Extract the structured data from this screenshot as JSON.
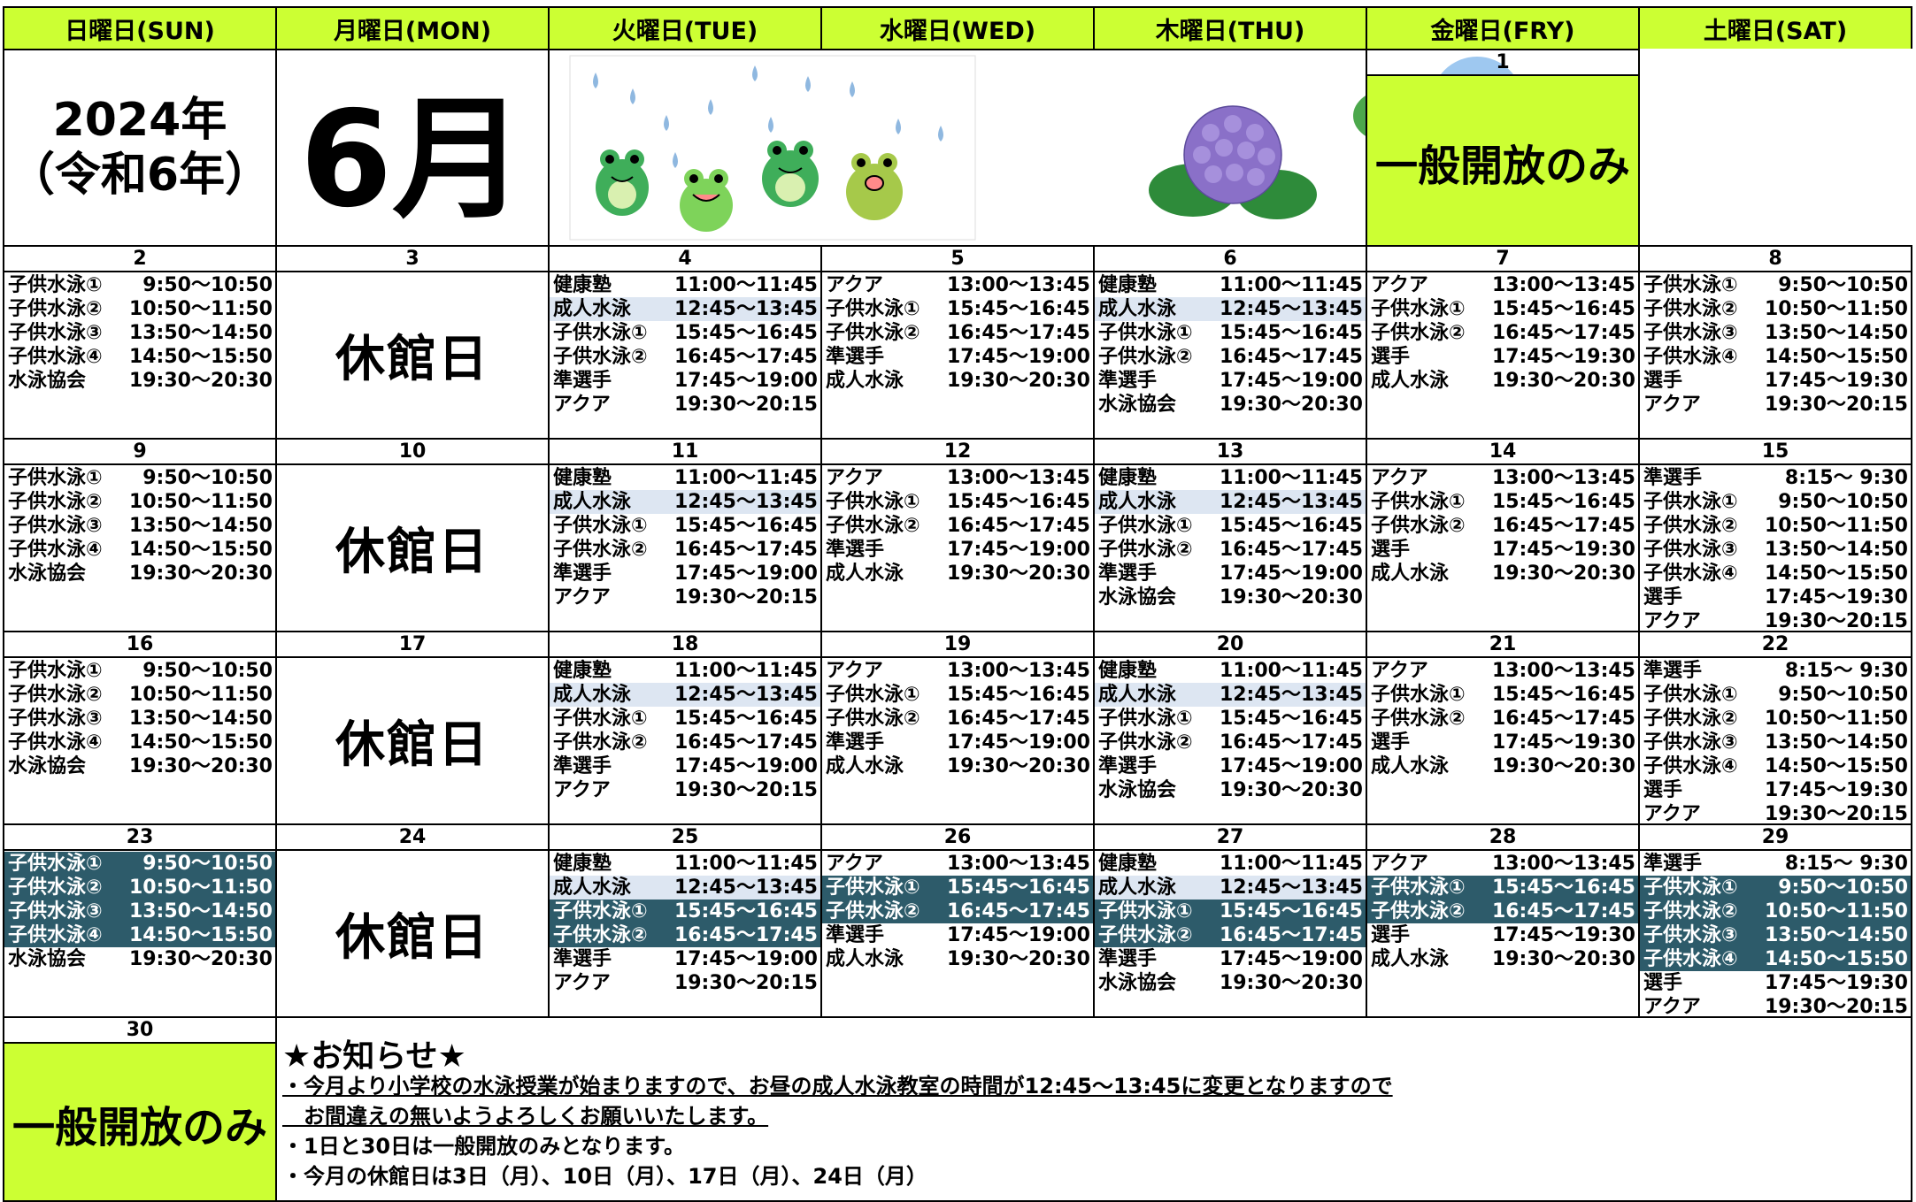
{
  "headers": [
    "日曜日(SUN)",
    "月曜日(MON)",
    "火曜日(TUE)",
    "水曜日(WED)",
    "木曜日(THU)",
    "金曜日(FRY)",
    "土曜日(SAT)"
  ],
  "year_line1": "2024年",
  "year_line2": "（令和6年）",
  "month": "6月",
  "illustrations": [
    "rain-frogs",
    "purple-hydrangea",
    "pink-blue-hydrangea"
  ],
  "open_only": "一般開放のみ",
  "closed_label": "休館日",
  "colors": {
    "header_green": "#ccff33",
    "highlight_light": "#dde6f2",
    "highlight_dark": "#2d5b6a"
  },
  "day1": "1",
  "weeks": [
    {
      "days": [
        {
          "num": "2",
          "lines": [
            [
              "子供水泳①",
              "9:50～10:50",
              ""
            ],
            [
              "子供水泳②",
              "10:50～11:50",
              ""
            ],
            [
              "子供水泳③",
              "13:50～14:50",
              ""
            ],
            [
              "子供水泳④",
              "14:50～15:50",
              ""
            ],
            [
              "水泳協会",
              "19:30～20:30",
              ""
            ]
          ]
        },
        {
          "num": "3",
          "closed": true
        },
        {
          "num": "4",
          "lines": [
            [
              "健康塾",
              "11:00～11:45",
              ""
            ],
            [
              "成人水泳",
              "12:45～13:45",
              "lb"
            ],
            [
              "子供水泳①",
              "15:45～16:45",
              ""
            ],
            [
              "子供水泳②",
              "16:45～17:45",
              ""
            ],
            [
              "準選手",
              "17:45～19:00",
              ""
            ],
            [
              "アクア",
              "19:30～20:15",
              ""
            ]
          ]
        },
        {
          "num": "5",
          "lines": [
            [
              "アクア",
              "13:00～13:45",
              ""
            ],
            [
              "子供水泳①",
              "15:45～16:45",
              ""
            ],
            [
              "子供水泳②",
              "16:45～17:45",
              ""
            ],
            [
              "準選手",
              "17:45～19:00",
              ""
            ],
            [
              "成人水泳",
              "19:30～20:30",
              ""
            ]
          ]
        },
        {
          "num": "6",
          "lines": [
            [
              "健康塾",
              "11:00～11:45",
              ""
            ],
            [
              "成人水泳",
              "12:45～13:45",
              "lb"
            ],
            [
              "子供水泳①",
              "15:45～16:45",
              ""
            ],
            [
              "子供水泳②",
              "16:45～17:45",
              ""
            ],
            [
              "準選手",
              "17:45～19:00",
              ""
            ],
            [
              "水泳協会",
              "19:30～20:30",
              ""
            ]
          ]
        },
        {
          "num": "7",
          "lines": [
            [
              "アクア",
              "13:00～13:45",
              ""
            ],
            [
              "子供水泳①",
              "15:45～16:45",
              ""
            ],
            [
              "子供水泳②",
              "16:45～17:45",
              ""
            ],
            [
              "選手",
              "17:45～19:30",
              ""
            ],
            [
              "成人水泳",
              "19:30～20:30",
              ""
            ]
          ]
        },
        {
          "num": "8",
          "lines": [
            [
              "子供水泳①",
              "9:50～10:50",
              ""
            ],
            [
              "子供水泳②",
              "10:50～11:50",
              ""
            ],
            [
              "子供水泳③",
              "13:50～14:50",
              ""
            ],
            [
              "子供水泳④",
              "14:50～15:50",
              ""
            ],
            [
              "選手",
              "17:45～19:30",
              ""
            ],
            [
              "アクア",
              "19:30～20:15",
              ""
            ]
          ]
        }
      ]
    },
    {
      "days": [
        {
          "num": "9",
          "lines": [
            [
              "子供水泳①",
              "9:50～10:50",
              ""
            ],
            [
              "子供水泳②",
              "10:50～11:50",
              ""
            ],
            [
              "子供水泳③",
              "13:50～14:50",
              ""
            ],
            [
              "子供水泳④",
              "14:50～15:50",
              ""
            ],
            [
              "水泳協会",
              "19:30～20:30",
              ""
            ]
          ]
        },
        {
          "num": "10",
          "closed": true
        },
        {
          "num": "11",
          "lines": [
            [
              "健康塾",
              "11:00～11:45",
              ""
            ],
            [
              "成人水泳",
              "12:45～13:45",
              "lb"
            ],
            [
              "子供水泳①",
              "15:45～16:45",
              ""
            ],
            [
              "子供水泳②",
              "16:45～17:45",
              ""
            ],
            [
              "準選手",
              "17:45～19:00",
              ""
            ],
            [
              "アクア",
              "19:30～20:15",
              ""
            ]
          ]
        },
        {
          "num": "12",
          "lines": [
            [
              "アクア",
              "13:00～13:45",
              ""
            ],
            [
              "子供水泳①",
              "15:45～16:45",
              ""
            ],
            [
              "子供水泳②",
              "16:45～17:45",
              ""
            ],
            [
              "準選手",
              "17:45～19:00",
              ""
            ],
            [
              "成人水泳",
              "19:30～20:30",
              ""
            ]
          ]
        },
        {
          "num": "13",
          "lines": [
            [
              "健康塾",
              "11:00～11:45",
              ""
            ],
            [
              "成人水泳",
              "12:45～13:45",
              "lb"
            ],
            [
              "子供水泳①",
              "15:45～16:45",
              ""
            ],
            [
              "子供水泳②",
              "16:45～17:45",
              ""
            ],
            [
              "準選手",
              "17:45～19:00",
              ""
            ],
            [
              "水泳協会",
              "19:30～20:30",
              ""
            ]
          ]
        },
        {
          "num": "14",
          "lines": [
            [
              "アクア",
              "13:00～13:45",
              ""
            ],
            [
              "子供水泳①",
              "15:45～16:45",
              ""
            ],
            [
              "子供水泳②",
              "16:45～17:45",
              ""
            ],
            [
              "選手",
              "17:45～19:30",
              ""
            ],
            [
              "成人水泳",
              "19:30～20:30",
              ""
            ]
          ]
        },
        {
          "num": "15",
          "lines": [
            [
              "準選手",
              "8:15～ 9:30",
              ""
            ],
            [
              "子供水泳①",
              "9:50～10:50",
              ""
            ],
            [
              "子供水泳②",
              "10:50～11:50",
              ""
            ],
            [
              "子供水泳③",
              "13:50～14:50",
              ""
            ],
            [
              "子供水泳④",
              "14:50～15:50",
              ""
            ],
            [
              "選手",
              "17:45～19:30",
              ""
            ],
            [
              "アクア",
              "19:30～20:15",
              ""
            ]
          ]
        }
      ]
    },
    {
      "days": [
        {
          "num": "16",
          "lines": [
            [
              "子供水泳①",
              "9:50～10:50",
              ""
            ],
            [
              "子供水泳②",
              "10:50～11:50",
              ""
            ],
            [
              "子供水泳③",
              "13:50～14:50",
              ""
            ],
            [
              "子供水泳④",
              "14:50～15:50",
              ""
            ],
            [
              "水泳協会",
              "19:30～20:30",
              ""
            ]
          ]
        },
        {
          "num": "17",
          "closed": true
        },
        {
          "num": "18",
          "lines": [
            [
              "健康塾",
              "11:00～11:45",
              ""
            ],
            [
              "成人水泳",
              "12:45～13:45",
              "lb"
            ],
            [
              "子供水泳①",
              "15:45～16:45",
              ""
            ],
            [
              "子供水泳②",
              "16:45～17:45",
              ""
            ],
            [
              "準選手",
              "17:45～19:00",
              ""
            ],
            [
              "アクア",
              "19:30～20:15",
              ""
            ]
          ]
        },
        {
          "num": "19",
          "lines": [
            [
              "アクア",
              "13:00～13:45",
              ""
            ],
            [
              "子供水泳①",
              "15:45～16:45",
              ""
            ],
            [
              "子供水泳②",
              "16:45～17:45",
              ""
            ],
            [
              "準選手",
              "17:45～19:00",
              ""
            ],
            [
              "成人水泳",
              "19:30～20:30",
              ""
            ]
          ]
        },
        {
          "num": "20",
          "lines": [
            [
              "健康塾",
              "11:00～11:45",
              ""
            ],
            [
              "成人水泳",
              "12:45～13:45",
              "lb"
            ],
            [
              "子供水泳①",
              "15:45～16:45",
              ""
            ],
            [
              "子供水泳②",
              "16:45～17:45",
              ""
            ],
            [
              "準選手",
              "17:45～19:00",
              ""
            ],
            [
              "水泳協会",
              "19:30～20:30",
              ""
            ]
          ]
        },
        {
          "num": "21",
          "lines": [
            [
              "アクア",
              "13:00～13:45",
              ""
            ],
            [
              "子供水泳①",
              "15:45～16:45",
              ""
            ],
            [
              "子供水泳②",
              "16:45～17:45",
              ""
            ],
            [
              "選手",
              "17:45～19:30",
              ""
            ],
            [
              "成人水泳",
              "19:30～20:30",
              ""
            ]
          ]
        },
        {
          "num": "22",
          "lines": [
            [
              "準選手",
              "8:15～ 9:30",
              ""
            ],
            [
              "子供水泳①",
              "9:50～10:50",
              ""
            ],
            [
              "子供水泳②",
              "10:50～11:50",
              ""
            ],
            [
              "子供水泳③",
              "13:50～14:50",
              ""
            ],
            [
              "子供水泳④",
              "14:50～15:50",
              ""
            ],
            [
              "選手",
              "17:45～19:30",
              ""
            ],
            [
              "アクア",
              "19:30～20:15",
              ""
            ]
          ]
        }
      ]
    },
    {
      "days": [
        {
          "num": "23",
          "lines": [
            [
              "子供水泳①",
              "9:50～10:50",
              "dk"
            ],
            [
              "子供水泳②",
              "10:50～11:50",
              "dk"
            ],
            [
              "子供水泳③",
              "13:50～14:50",
              "dk"
            ],
            [
              "子供水泳④",
              "14:50～15:50",
              "dk"
            ],
            [
              "水泳協会",
              "19:30～20:30",
              ""
            ]
          ]
        },
        {
          "num": "24",
          "closed": true
        },
        {
          "num": "25",
          "lines": [
            [
              "健康塾",
              "11:00～11:45",
              ""
            ],
            [
              "成人水泳",
              "12:45～13:45",
              "lb"
            ],
            [
              "子供水泳①",
              "15:45～16:45",
              "dk"
            ],
            [
              "子供水泳②",
              "16:45～17:45",
              "dk"
            ],
            [
              "準選手",
              "17:45～19:00",
              ""
            ],
            [
              "アクア",
              "19:30～20:15",
              ""
            ]
          ]
        },
        {
          "num": "26",
          "lines": [
            [
              "アクア",
              "13:00～13:45",
              ""
            ],
            [
              "子供水泳①",
              "15:45～16:45",
              "dk"
            ],
            [
              "子供水泳②",
              "16:45～17:45",
              "dk"
            ],
            [
              "準選手",
              "17:45～19:00",
              ""
            ],
            [
              "成人水泳",
              "19:30～20:30",
              ""
            ]
          ]
        },
        {
          "num": "27",
          "lines": [
            [
              "健康塾",
              "11:00～11:45",
              ""
            ],
            [
              "成人水泳",
              "12:45～13:45",
              "lb"
            ],
            [
              "子供水泳①",
              "15:45～16:45",
              "dk"
            ],
            [
              "子供水泳②",
              "16:45～17:45",
              "dk"
            ],
            [
              "準選手",
              "17:45～19:00",
              ""
            ],
            [
              "水泳協会",
              "19:30～20:30",
              ""
            ]
          ]
        },
        {
          "num": "28",
          "lines": [
            [
              "アクア",
              "13:00～13:45",
              ""
            ],
            [
              "子供水泳①",
              "15:45～16:45",
              "dk"
            ],
            [
              "子供水泳②",
              "16:45～17:45",
              "dk"
            ],
            [
              "選手",
              "17:45～19:30",
              ""
            ],
            [
              "成人水泳",
              "19:30～20:30",
              ""
            ]
          ]
        },
        {
          "num": "29",
          "lines": [
            [
              "準選手",
              "8:15～ 9:30",
              ""
            ],
            [
              "子供水泳①",
              "9:50～10:50",
              "dk"
            ],
            [
              "子供水泳②",
              "10:50～11:50",
              "dk"
            ],
            [
              "子供水泳③",
              "13:50～14:50",
              "dk"
            ],
            [
              "子供水泳④",
              "14:50～15:50",
              "dk"
            ],
            [
              "選手",
              "17:45～19:30",
              ""
            ],
            [
              "アクア",
              "19:30～20:15",
              ""
            ]
          ]
        }
      ]
    }
  ],
  "day30": "30",
  "notice": {
    "title": "★お知らせ★",
    "lines": [
      "・今月より小学校の水泳授業が始まりますので、お昼の成人水泳教室の時間が12:45～13:45に変更となりますので",
      "　お間違えの無いようよろしくお願いいたします。",
      "・1日と30日は一般開放のみとなります。",
      "・今月の休館日は3日（月）、10日（月）、17日（月）、24日（月）"
    ]
  }
}
